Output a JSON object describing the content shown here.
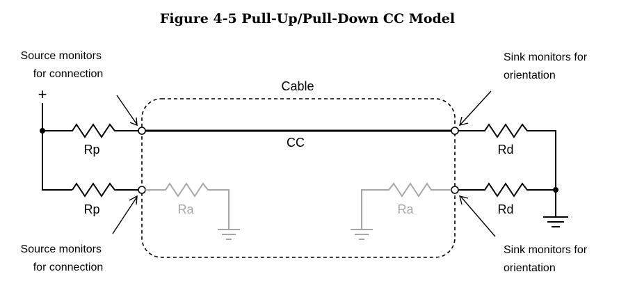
{
  "figure_title": "Figure 4-5  Pull-Up/Pull-Down CC Model",
  "cable_label": "Cable",
  "cc_label": "CC",
  "plus_symbol": "+",
  "resistors": {
    "rp_top": "Rp",
    "rp_bottom": "Rp",
    "rd_top": "Rd",
    "rd_bottom": "Rd",
    "ra_left": "Ra",
    "ra_right": "Ra"
  },
  "annotations": {
    "source_top": [
      "Source monitors",
      "for connection"
    ],
    "source_bottom": [
      "Source monitors",
      "for connection"
    ],
    "sink_top": [
      "Sink monitors for",
      "orientation"
    ],
    "sink_bottom": [
      "Sink monitors for",
      "orientation"
    ]
  },
  "colors": {
    "line": "#000000",
    "inactive": "#a6a6a6",
    "background": "#ffffff"
  }
}
